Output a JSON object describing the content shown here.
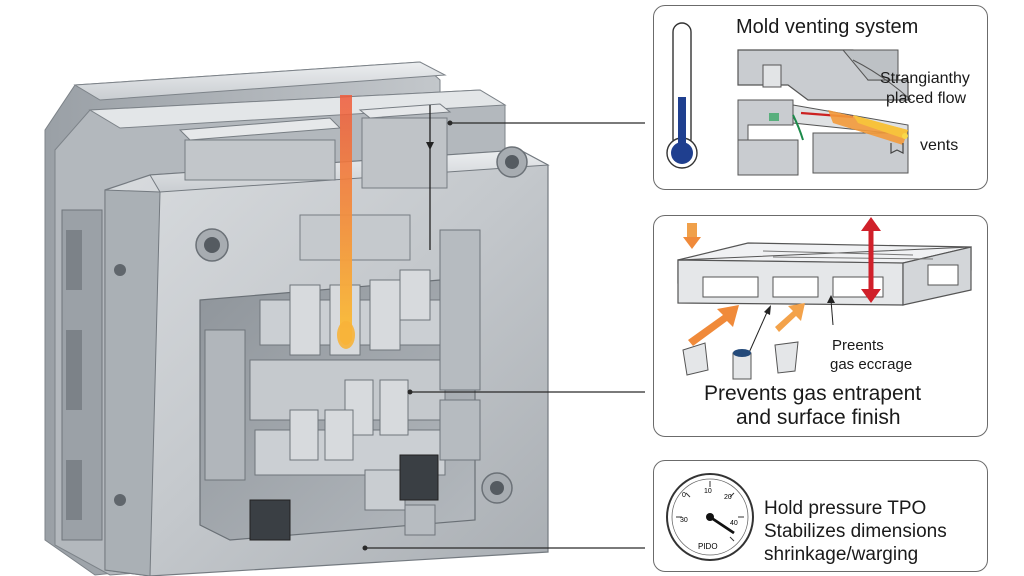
{
  "venting_panel": {
    "title": "Mold venting system",
    "flow_label_line1": "Strangianthy",
    "flow_label_line2": "placed flow",
    "vents_label": "vents"
  },
  "entrapment_panel": {
    "callout_line1": "Preents",
    "callout_line2": "gas eccгage",
    "caption_line1": "Prevents gas entrapent",
    "caption_line2": "and surface finish"
  },
  "pressure_panel": {
    "line1": "Hold pressure TPO",
    "line2": "Stabilizes dimensions",
    "line3": "shrinkage/warging",
    "gauge_ticks": [
      "0",
      "10",
      "20",
      "30",
      "40"
    ],
    "gauge_label": "PIDO"
  },
  "colors": {
    "steel": "#b9bdc2",
    "thermometer": "#1f3f8f",
    "gas_flow": "#f08a3a",
    "clamp_arrow": "#d0202a"
  }
}
